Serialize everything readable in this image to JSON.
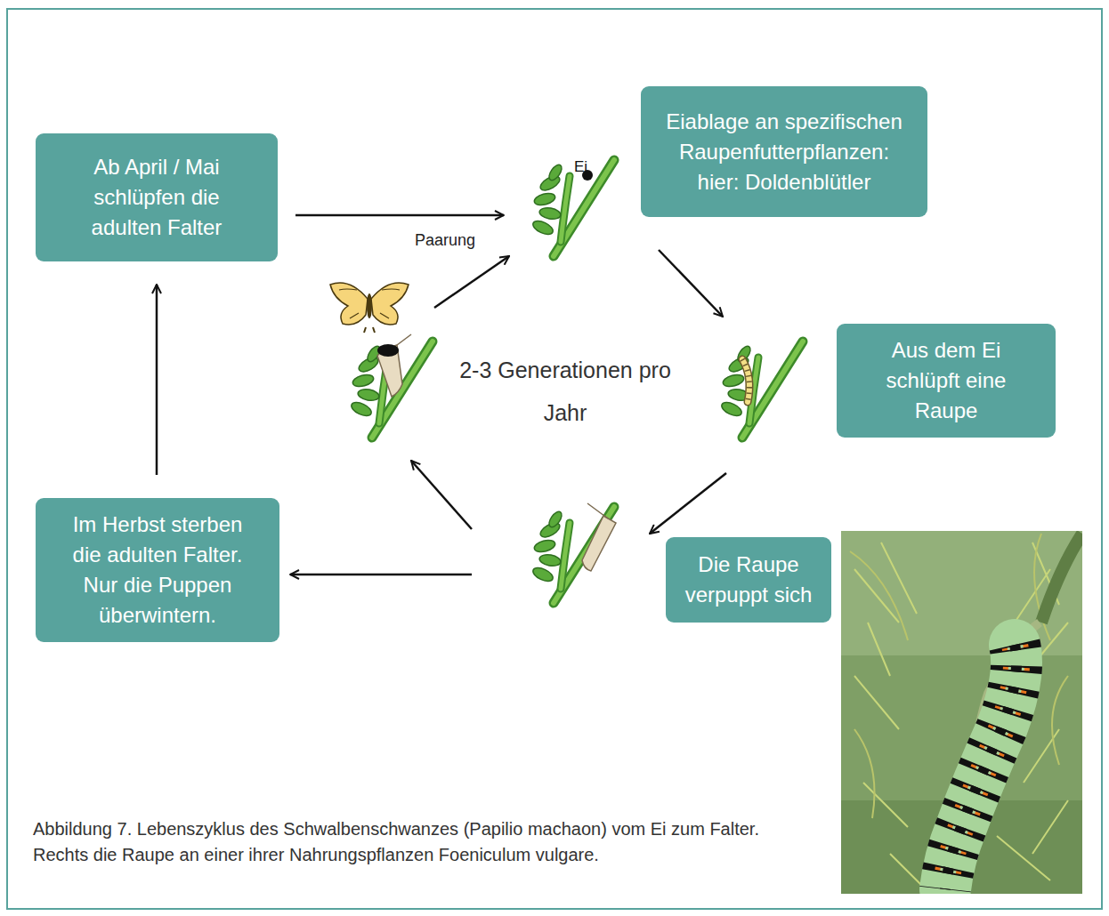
{
  "diagram": {
    "caption": "Abbildung 7. Lebenszyklus des Schwalbenschwanzes (Papilio machaon) vom Ei zum Falter. Rechts die Raupe an einer ihrer Nahrungspflanzen Foeniculum vulgare.",
    "nodes": [
      {
        "text": [
          "Ab April / Mai schlüpfen die adulten Falter"
        ]
      },
      {
        "text": [
          "Eiablage an spezifischen Raupenfutterpflanzen: hier: Doldenblütler"
        ]
      },
      {
        "text": [
          "Aus dem Ei schlüpft eine Raupe"
        ]
      },
      {
        "text": [
          "Die Raupe verpuppt sich"
        ]
      },
      {
        "text": [
          "Im Herbst sterben die adulten Falter. Nur die Puppen überwintern."
        ]
      }
    ],
    "edges": [
      {
        "from": 4,
        "to": 0,
        "arrow": "to"
      }
    ],
    "labels": [
      "Ei",
      "Paarung",
      "2-3 Generationen pro Jahr"
    ]
  }
}
